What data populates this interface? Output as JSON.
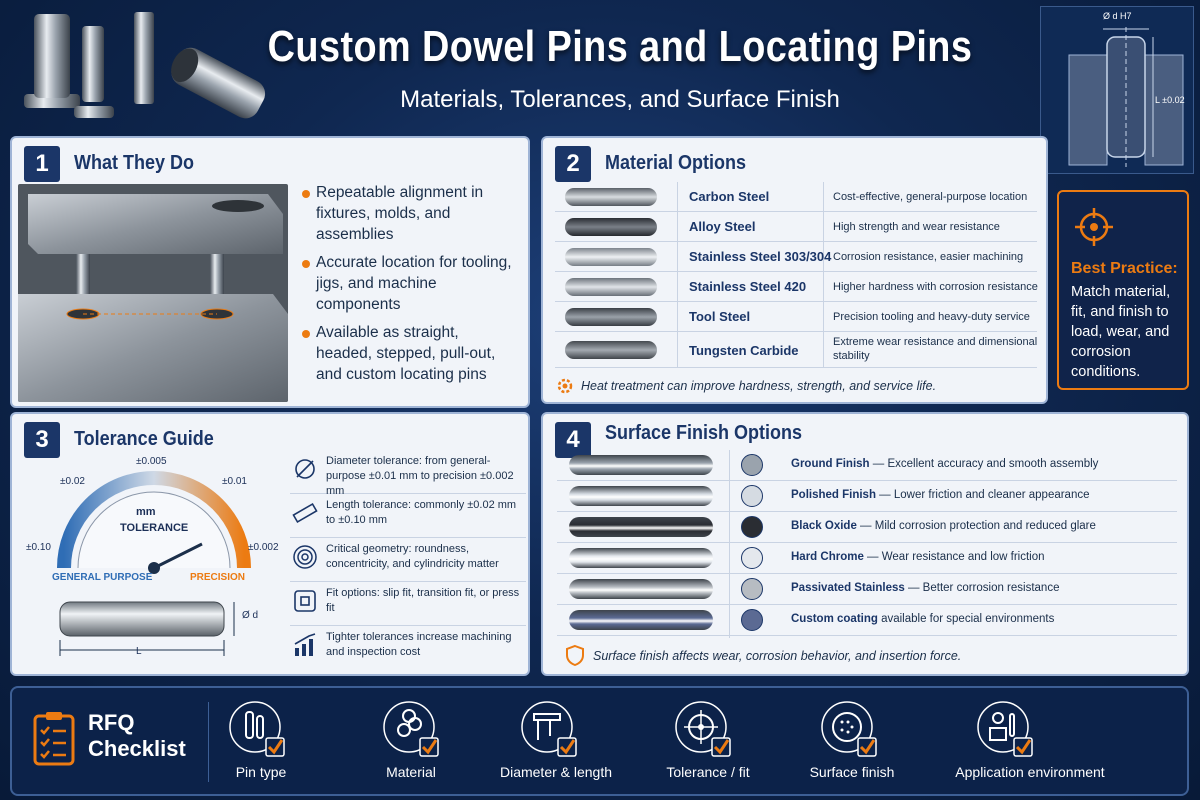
{
  "header": {
    "title": "Custom Dowel Pins and Locating Pins",
    "subtitle": "Materials, Tolerances, and Surface Finish",
    "drawing_labels": {
      "diameter": "Ø d H7",
      "length": "L ±0.02"
    }
  },
  "section1": {
    "num": "1",
    "title": "What They Do",
    "bullets": [
      "Repeatable alignment in fixtures, molds, and assemblies",
      "Accurate location for tooling, jigs, and machine components",
      "Available as straight, headed, stepped, pull-out, and custom locating pins"
    ]
  },
  "section2": {
    "num": "2",
    "title": "Material Options",
    "materials": [
      {
        "name": "Carbon Steel",
        "desc": "Cost-effective, general-purpose location"
      },
      {
        "name": "Alloy Steel",
        "desc": "High strength and wear resistance"
      },
      {
        "name": "Stainless Steel 303/304",
        "desc": "Corrosion resistance, easier machining"
      },
      {
        "name": "Stainless Steel 420",
        "desc": "Higher hardness with corrosion resistance"
      },
      {
        "name": "Tool Steel",
        "desc": "Precision tooling and heavy-duty service"
      },
      {
        "name": "Tungsten Carbide",
        "desc": "Extreme wear resistance and dimensional stability"
      }
    ],
    "note": "Heat treatment can improve hardness, strength, and service life."
  },
  "best_practice": {
    "title": "Best Practice:",
    "text": "Match material, fit, and finish to load, wear, and corrosion conditions."
  },
  "section3": {
    "num": "3",
    "title": "Tolerance Guide",
    "gauge": {
      "center_label": "mm",
      "center_word": "TOLERANCE",
      "ticks": {
        "left": "±0.10",
        "upper_left": "±0.02",
        "top": "±0.005",
        "upper_right": "±0.01",
        "right": "±0.002"
      },
      "left_caption": "GENERAL PURPOSE",
      "right_caption": "PRECISION"
    },
    "pin_labels": {
      "diameter": "Ø d",
      "length": "L"
    },
    "items": [
      {
        "icon": "diameter-icon",
        "text": "Diameter tolerance: from general-purpose ±0.01 mm to precision ±0.002 mm"
      },
      {
        "icon": "ruler-icon",
        "text": "Length tolerance: commonly ±0.02 mm to ±0.10 mm"
      },
      {
        "icon": "concentric-circles-icon",
        "text": "Critical geometry: roundness, concentricity, and cylindricity matter"
      },
      {
        "icon": "fit-icon",
        "text": "Fit options: slip fit, transition fit, or press fit"
      },
      {
        "icon": "cost-chart-icon",
        "text": "Tighter tolerances increase machining and inspection cost"
      }
    ]
  },
  "section4": {
    "num": "4",
    "title": "Surface Finish Options",
    "finishes": [
      {
        "name": "Ground Finish",
        "desc": " — Excellent accuracy and smooth assembly",
        "color": "#9aa3ad"
      },
      {
        "name": "Polished Finish",
        "desc": " — Lower friction and cleaner appearance",
        "color": "#d5dbe2"
      },
      {
        "name": "Black Oxide",
        "desc": " — Mild corrosion protection and reduced glare",
        "color": "#2a2d33"
      },
      {
        "name": "Hard Chrome",
        "desc": " — Wear resistance and low friction",
        "color": "#e4e8ed"
      },
      {
        "name": "Passivated Stainless",
        "desc": " — Better corrosion resistance",
        "color": "#b7bcc2"
      },
      {
        "name": "Custom coating",
        "desc": " available for special environments",
        "color": "#5b6a93"
      }
    ],
    "note": "Surface finish affects wear, corrosion behavior, and insertion force."
  },
  "footer": {
    "title_line1": "RFQ",
    "title_line2": "Checklist",
    "items": [
      {
        "label": "Pin type",
        "icon": "pin-type-icon"
      },
      {
        "label": "Material",
        "icon": "material-bars-icon"
      },
      {
        "label": "Diameter & length",
        "icon": "caliper-icon"
      },
      {
        "label": "Tolerance / fit",
        "icon": "target-icon"
      },
      {
        "label": "Surface finish",
        "icon": "surface-texture-icon"
      },
      {
        "label": "Application environment",
        "icon": "environment-icon"
      }
    ]
  },
  "colors": {
    "accent": "#ec7b12",
    "navy": "#1b3668",
    "background": "#0f2750"
  }
}
